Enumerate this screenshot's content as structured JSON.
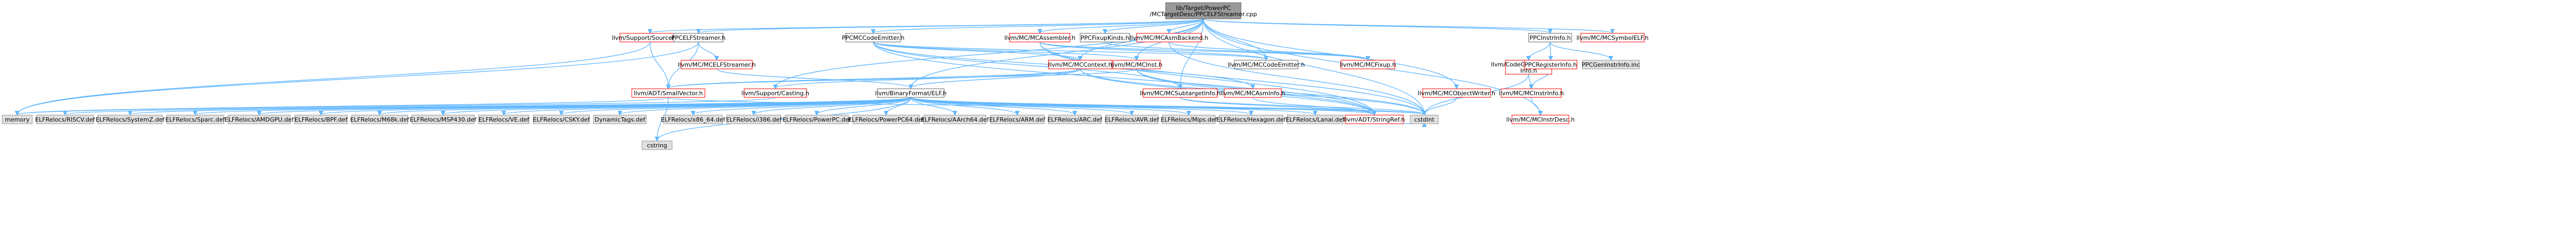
{
  "nodes": [
    {
      "id": "root",
      "label": [
        "lib/Target/PowerPC",
        "/MCTargetDesc/PPCELFStreamer.cpp"
      ],
      "kind": "root"
    },
    {
      "id": "srcmgr",
      "label": [
        "llvm/Support/SourceMgr.h"
      ],
      "kind": "red"
    },
    {
      "id": "ppcelfs",
      "label": [
        "PPCELFStreamer.h"
      ],
      "kind": "plain"
    },
    {
      "id": "ppcmccode",
      "label": [
        "PPCMCCodeEmitter.h"
      ],
      "kind": "plain"
    },
    {
      "id": "mcasm",
      "label": [
        "llvm/MC/MCAssembler.h"
      ],
      "kind": "red"
    },
    {
      "id": "ppcfix",
      "label": [
        "PPCFixupKinds.h"
      ],
      "kind": "plain"
    },
    {
      "id": "asmback",
      "label": [
        "llvm/MC/MCAsmBackend.h"
      ],
      "kind": "red"
    },
    {
      "id": "ppcinstr",
      "label": [
        "PPCInstrInfo.h"
      ],
      "kind": "plain"
    },
    {
      "id": "mcsymelf",
      "label": [
        "llvm/MC/MCSymbolELF.h"
      ],
      "kind": "red"
    },
    {
      "id": "mcelfs",
      "label": [
        "llvm/MC/MCELFStreamer.h"
      ],
      "kind": "red"
    },
    {
      "id": "codegen",
      "label": [
        "llvm/CodeGen/TargetInstr",
        "Info.h"
      ],
      "kind": "red"
    },
    {
      "id": "mccontext",
      "label": [
        "llvm/MC/MCContext.h"
      ],
      "kind": "red"
    },
    {
      "id": "mcinst",
      "label": [
        "llvm/MC/MCInst.h"
      ],
      "kind": "red"
    },
    {
      "id": "mccodeem",
      "label": [
        "llvm/MC/MCCodeEmitter.h"
      ],
      "kind": "plain"
    },
    {
      "id": "mcfixup",
      "label": [
        "llvm/MC/MCFixup.h"
      ],
      "kind": "red"
    },
    {
      "id": "ppcreg",
      "label": [
        "PPCRegisterInfo.h"
      ],
      "kind": "red"
    },
    {
      "id": "ppcgenin",
      "label": [
        "PPCGenInstrInfo.inc"
      ],
      "kind": "grey"
    },
    {
      "id": "smallvec",
      "label": [
        "llvm/ADT/SmallVector.h"
      ],
      "kind": "red"
    },
    {
      "id": "casting",
      "label": [
        "llvm/Support/Casting.h"
      ],
      "kind": "red"
    },
    {
      "id": "binelf",
      "label": [
        "llvm/BinaryFormat/ELF.h"
      ],
      "kind": "plain"
    },
    {
      "id": "subtarget",
      "label": [
        "llvm/MC/MCSubtargetInfo.h"
      ],
      "kind": "red"
    },
    {
      "id": "mcasminfo",
      "label": [
        "llvm/MC/MCAsmInfo.h"
      ],
      "kind": "red"
    },
    {
      "id": "objwriter",
      "label": [
        "llvm/MC/MCObjectWriter.h"
      ],
      "kind": "red"
    },
    {
      "id": "mcinstrinfo",
      "label": [
        "llvm/MC/MCInstrInfo.h"
      ],
      "kind": "red"
    },
    {
      "id": "memory",
      "label": [
        "memory"
      ],
      "kind": "grey"
    },
    {
      "id": "riscv",
      "label": [
        "ELFRelocs/RISCV.def"
      ],
      "kind": "grey"
    },
    {
      "id": "systemz",
      "label": [
        "ELFRelocs/SystemZ.def"
      ],
      "kind": "grey"
    },
    {
      "id": "sparc",
      "label": [
        "ELFRelocs/Sparc.def"
      ],
      "kind": "grey"
    },
    {
      "id": "amdgpu",
      "label": [
        "ELFRelocs/AMDGPU.def"
      ],
      "kind": "grey"
    },
    {
      "id": "bpf",
      "label": [
        "ELFRelocs/BPF.def"
      ],
      "kind": "grey"
    },
    {
      "id": "m68k",
      "label": [
        "ELFRelocs/M68k.def"
      ],
      "kind": "grey"
    },
    {
      "id": "msp430",
      "label": [
        "ELFRelocs/MSP430.def"
      ],
      "kind": "grey"
    },
    {
      "id": "ve",
      "label": [
        "ELFRelocs/VE.def"
      ],
      "kind": "grey"
    },
    {
      "id": "csky",
      "label": [
        "ELFRelocs/CSKY.def"
      ],
      "kind": "grey"
    },
    {
      "id": "dyntags",
      "label": [
        "DynamicTags.def"
      ],
      "kind": "grey"
    },
    {
      "id": "x8664",
      "label": [
        "ELFRelocs/x86_64.def"
      ],
      "kind": "grey"
    },
    {
      "id": "i386",
      "label": [
        "ELFRelocs/i386.def"
      ],
      "kind": "grey"
    },
    {
      "id": "ppc",
      "label": [
        "ELFRelocs/PowerPC.def"
      ],
      "kind": "grey"
    },
    {
      "id": "ppc64",
      "label": [
        "ELFRelocs/PowerPC64.def"
      ],
      "kind": "grey"
    },
    {
      "id": "aarch64",
      "label": [
        "ELFRelocs/AArch64.def"
      ],
      "kind": "grey"
    },
    {
      "id": "arm",
      "label": [
        "ELFRelocs/ARM.def"
      ],
      "kind": "grey"
    },
    {
      "id": "arc",
      "label": [
        "ELFRelocs/ARC.def"
      ],
      "kind": "grey"
    },
    {
      "id": "avr",
      "label": [
        "ELFRelocs/AVR.def"
      ],
      "kind": "grey"
    },
    {
      "id": "mips",
      "label": [
        "ELFRelocs/Mips.def"
      ],
      "kind": "grey"
    },
    {
      "id": "hexagon",
      "label": [
        "ELFRelocs/Hexagon.def"
      ],
      "kind": "grey"
    },
    {
      "id": "lanai",
      "label": [
        "ELFRelocs/Lanai.def"
      ],
      "kind": "grey"
    },
    {
      "id": "stringref",
      "label": [
        "llvm/ADT/StringRef.h"
      ],
      "kind": "red"
    },
    {
      "id": "cstdint",
      "label": [
        "cstdint"
      ],
      "kind": "grey"
    },
    {
      "id": "mcinstrdesc",
      "label": [
        "llvm/MC/MCInstrDesc.h"
      ],
      "kind": "red"
    },
    {
      "id": "cstring",
      "label": [
        "cstring"
      ],
      "kind": "grey"
    }
  ],
  "edges": [
    [
      "root",
      "srcmgr"
    ],
    [
      "root",
      "ppcelfs"
    ],
    [
      "root",
      "ppcmccode"
    ],
    [
      "root",
      "mcasm"
    ],
    [
      "root",
      "ppcfix"
    ],
    [
      "root",
      "asmback"
    ],
    [
      "root",
      "ppcinstr"
    ],
    [
      "root",
      "mcsymelf"
    ],
    [
      "root",
      "mccontext"
    ],
    [
      "root",
      "mcinst"
    ],
    [
      "root",
      "mccodeem"
    ],
    [
      "root",
      "subtarget"
    ],
    [
      "root",
      "objwriter"
    ],
    [
      "root",
      "binelf"
    ],
    [
      "root",
      "casting"
    ],
    [
      "root",
      "mcinstrdesc"
    ],
    [
      "root",
      "cstdint"
    ],
    [
      "srcmgr",
      "smallvec"
    ],
    [
      "srcmgr",
      "memory"
    ],
    [
      "ppcelfs",
      "mcelfs"
    ],
    [
      "ppcelfs",
      "smallvec"
    ],
    [
      "ppcelfs",
      "memory"
    ],
    [
      "mcelfs",
      "binelf"
    ],
    [
      "ppcmccode",
      "mccontext"
    ],
    [
      "ppcmccode",
      "mcinst"
    ],
    [
      "ppcmccode",
      "mccodeem"
    ],
    [
      "ppcmccode",
      "subtarget"
    ],
    [
      "ppcmccode",
      "mcasminfo"
    ],
    [
      "ppcmccode",
      "stringref"
    ],
    [
      "mcasm",
      "mcfixup"
    ],
    [
      "mcasm",
      "stringref"
    ],
    [
      "mcasm",
      "mccodeem"
    ],
    [
      "mcasm",
      "cstdint"
    ],
    [
      "ppcfix",
      "mcfixup"
    ],
    [
      "asmback",
      "mcfixup"
    ],
    [
      "asmback",
      "cstdint"
    ],
    [
      "ppcinstr",
      "codegen"
    ],
    [
      "ppcinstr",
      "ppcreg"
    ],
    [
      "ppcinstr",
      "ppcgenin"
    ],
    [
      "codegen",
      "mcinstrinfo"
    ],
    [
      "codegen",
      "cstdint"
    ],
    [
      "mcinstrinfo",
      "mcinstrdesc"
    ],
    [
      "mccontext",
      "smallvec"
    ],
    [
      "mccontext",
      "binelf"
    ],
    [
      "mccontext",
      "stringref"
    ],
    [
      "mccontext",
      "cstdint"
    ],
    [
      "mccontext",
      "casting"
    ],
    [
      "mcinst",
      "smallvec"
    ],
    [
      "mcinst",
      "stringref"
    ],
    [
      "mcinst",
      "cstdint"
    ],
    [
      "smallvec",
      "memory"
    ],
    [
      "smallvec",
      "cstdint"
    ],
    [
      "smallvec",
      "cstring"
    ],
    [
      "casting",
      "memory"
    ],
    [
      "binelf",
      "riscv"
    ],
    [
      "binelf",
      "systemz"
    ],
    [
      "binelf",
      "sparc"
    ],
    [
      "binelf",
      "amdgpu"
    ],
    [
      "binelf",
      "bpf"
    ],
    [
      "binelf",
      "m68k"
    ],
    [
      "binelf",
      "msp430"
    ],
    [
      "binelf",
      "ve"
    ],
    [
      "binelf",
      "csky"
    ],
    [
      "binelf",
      "dyntags"
    ],
    [
      "binelf",
      "x8664"
    ],
    [
      "binelf",
      "i386"
    ],
    [
      "binelf",
      "ppc"
    ],
    [
      "binelf",
      "ppc64"
    ],
    [
      "binelf",
      "aarch64"
    ],
    [
      "binelf",
      "arm"
    ],
    [
      "binelf",
      "arc"
    ],
    [
      "binelf",
      "avr"
    ],
    [
      "binelf",
      "mips"
    ],
    [
      "binelf",
      "hexagon"
    ],
    [
      "binelf",
      "lanai"
    ],
    [
      "binelf",
      "stringref"
    ],
    [
      "binelf",
      "cstdint"
    ],
    [
      "binelf",
      "cstring"
    ],
    [
      "subtarget",
      "stringref"
    ],
    [
      "subtarget",
      "cstdint"
    ],
    [
      "mcasminfo",
      "stringref"
    ],
    [
      "objwriter",
      "cstdint"
    ],
    [
      "stringref",
      "cstdint"
    ],
    [
      "ppcreg",
      "mcinstrinfo"
    ]
  ],
  "colors": {
    "root_fill": "#999999",
    "root_stroke": "#666666",
    "plain_fill": "#ffffff",
    "plain_stroke": "#666666",
    "red_fill": "#ffffff",
    "red_stroke": "#ff0000",
    "grey_fill": "#e0e0e0",
    "grey_stroke": "#999999",
    "edge": "#63b8ff"
  }
}
